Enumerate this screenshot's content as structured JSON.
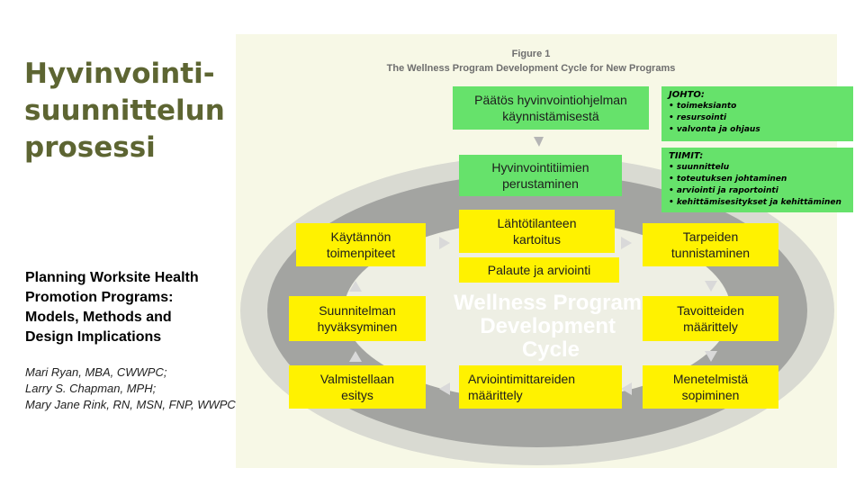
{
  "slide": {
    "title_lines": [
      "Hyvinvointi-",
      "suunnittelun",
      "prosessi"
    ],
    "book_title_lines": [
      "Planning Worksite Health",
      "Promotion Programs:",
      "Models, Methods and",
      "Design Implications"
    ],
    "authors": [
      "Mari Ryan, MBA, CWWPC;",
      "Larry S. Chapman, MPH;",
      "Mary Jane Rink, RN, MSN, FNP, WWPC"
    ]
  },
  "figure": {
    "label": "Figure 1",
    "caption": "The Wellness Program Development Cycle for New Programs",
    "cycle_lines": [
      "Wellness Program",
      "Development",
      "Cycle"
    ]
  },
  "boxes": {
    "decision": [
      "Päätös hyvinvointiohjelman",
      "käynnistämisestä"
    ],
    "teams": [
      "Hyvinvointitiimien",
      "perustaminen"
    ],
    "baseline": [
      "Lähtötilanteen",
      "kartoitus"
    ],
    "feedback": [
      "Palaute ja arviointi"
    ],
    "practical": [
      "Käytännön",
      "toimenpiteet"
    ],
    "needs": [
      "Tarpeiden",
      "tunnistaminen"
    ],
    "plan_approval": [
      "Suunnitelman",
      "hyväksyminen"
    ],
    "objectives": [
      "Tavoitteiden",
      "määrittely"
    ],
    "presentation": [
      "Valmistellaan",
      "esitys"
    ],
    "metrics": [
      "Arviointimittareiden",
      "määrittely"
    ],
    "methods": [
      "Menetelmistä",
      "sopiminen"
    ]
  },
  "notes": {
    "management": {
      "heading": "JOHTO:",
      "items": [
        "toimeksianto",
        "resursointi",
        "valvonta ja ohjaus"
      ]
    },
    "teams": {
      "heading": "TIIMIT:",
      "items": [
        "suunnittelu",
        "toteutuksen johtaminen",
        "arviointi ja raportointi",
        "kehittämisesitykset ja kehittäminen"
      ]
    }
  },
  "colors": {
    "title": "#5d6532",
    "yellow_box": "#fff200",
    "green_box": "#66e26b",
    "cycle_ring": "#9a9a9a",
    "cycle_text": "#ffffff"
  }
}
